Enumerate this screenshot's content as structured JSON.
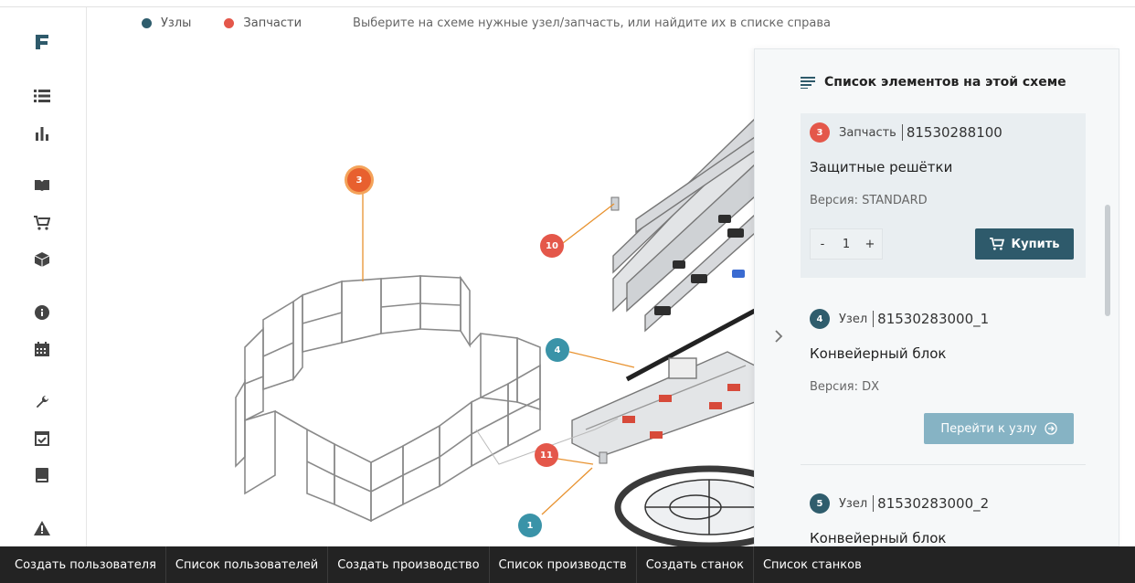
{
  "legend": {
    "nodes_label": "Узлы",
    "parts_label": "Запчасти",
    "hint": "Выберите на схеме нужные узел/запчасть, или найдите их в списке справа",
    "node_color": "#2f5d6d",
    "part_color": "#e4574a"
  },
  "sidebar": {
    "icons": [
      "logo-icon",
      "list-icon",
      "chart-icon",
      "book-icon",
      "cart-icon",
      "box-icon",
      "info-icon",
      "calendar-icon",
      "wrench-icon",
      "checkbox-icon",
      "manual-icon",
      "warning-icon"
    ]
  },
  "diagram": {
    "markers": [
      {
        "label": "3",
        "kind": "part"
      },
      {
        "label": "10",
        "kind": "part"
      },
      {
        "label": "4",
        "kind": "node"
      },
      {
        "label": "11",
        "kind": "part"
      },
      {
        "label": "1",
        "kind": "node"
      }
    ]
  },
  "panel": {
    "title": "Список элементов на этой схеме",
    "items": [
      {
        "num": "3",
        "type": "Запчасть",
        "code": "81530288100",
        "name": "Защитные решётки",
        "version": "Версия: STANDARD",
        "qty": "1",
        "qty_minus": "-",
        "qty_plus": "+",
        "action": "Купить"
      },
      {
        "num": "4",
        "type": "Узел",
        "code": "81530283000_1",
        "name": "Конвейерный блок",
        "version": "Версия: DX",
        "action": "Перейти к узлу"
      },
      {
        "num": "5",
        "type": "Узел",
        "code": "81530283000_2",
        "name": "Конвейерный блок"
      }
    ]
  },
  "bottombar": {
    "items": [
      "Создать пользователя",
      "Список пользователей",
      "Создать производство",
      "Список производств",
      "Создать станок",
      "Список станков"
    ]
  }
}
